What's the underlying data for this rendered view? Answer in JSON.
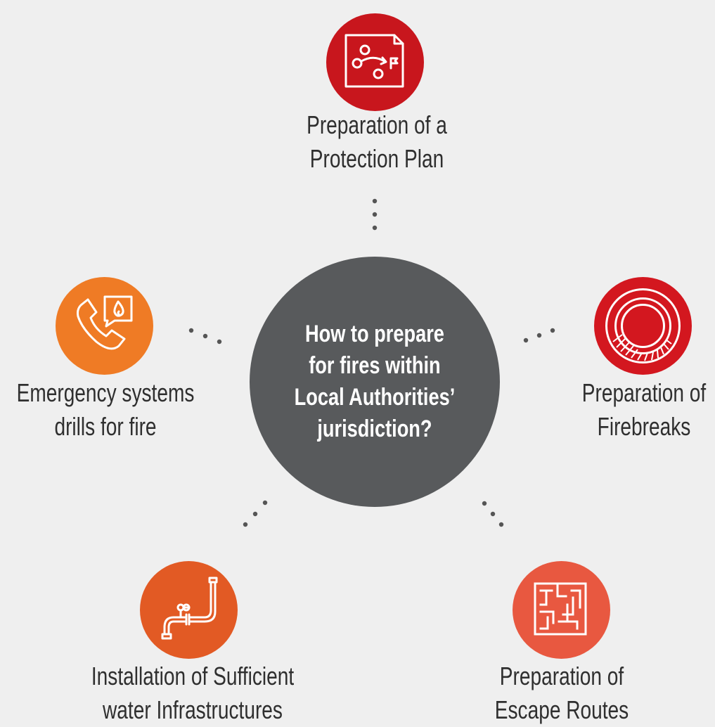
{
  "center": {
    "lines": [
      "How to prepare",
      "for fires within",
      "Local Authorities’",
      "jurisdiction?"
    ]
  },
  "nodes": {
    "top": {
      "lines": [
        "Preparation of a",
        "Protection Plan"
      ],
      "icon": "protection-plan-icon",
      "color": "#c8161d"
    },
    "right": {
      "lines": [
        "Preparation of",
        "Firebreaks"
      ],
      "icon": "firebreak-rings-icon",
      "color": "#d3171f"
    },
    "bottom_right": {
      "lines": [
        "Preparation of",
        "Escape Routes"
      ],
      "icon": "maze-icon",
      "color": "#e85840"
    },
    "bottom_left": {
      "lines": [
        "Installation of Sufficient",
        "water Infrastructures"
      ],
      "icon": "water-pipe-icon",
      "color": "#e25a24"
    },
    "left": {
      "lines": [
        "Emergency systems",
        "drills for fire"
      ],
      "icon": "phone-fire-icon",
      "color": "#ef7b25"
    }
  }
}
